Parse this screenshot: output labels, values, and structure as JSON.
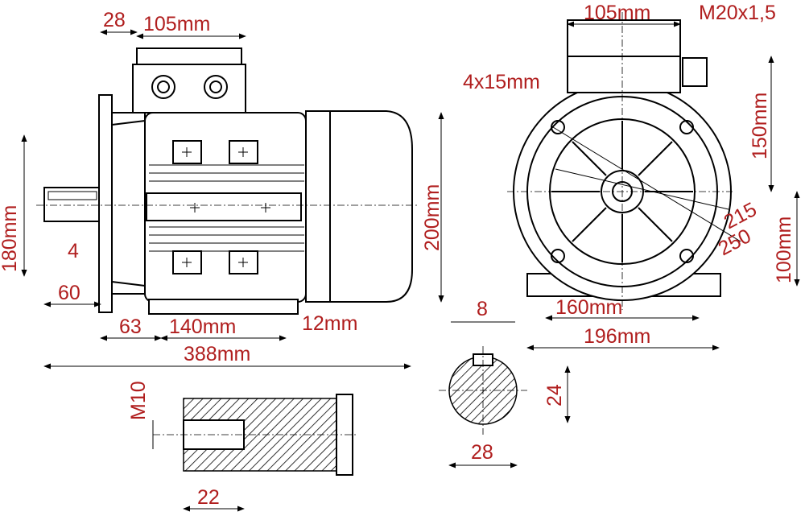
{
  "dimensions": {
    "flange_offset": "28",
    "terminal_box_width_side": "105mm",
    "terminal_box_width_front": "105mm",
    "cable_gland": "M20x1,5",
    "mounting_holes": "4x15mm",
    "shaft_height_from_top": "150mm",
    "shaft_height": "100mm",
    "pcd_small": "215",
    "pcd_large": "250",
    "flange_height": "180mm",
    "key_offset": "4",
    "shaft_length": "60",
    "overall_height": "200mm",
    "flange_to_foot": "63",
    "foot_hole_spacing_side": "140mm",
    "foot_width_small": "12mm",
    "overall_length": "388mm",
    "foot_hole_spacing_front": "160mm",
    "foot_width": "196mm",
    "key_width": "8",
    "shaft_key_height": "24",
    "shaft_diameter": "28",
    "thread_size": "M10",
    "thread_depth": "22"
  },
  "colors": {
    "dimension_text": "#b01e1e",
    "line": "#000000"
  }
}
